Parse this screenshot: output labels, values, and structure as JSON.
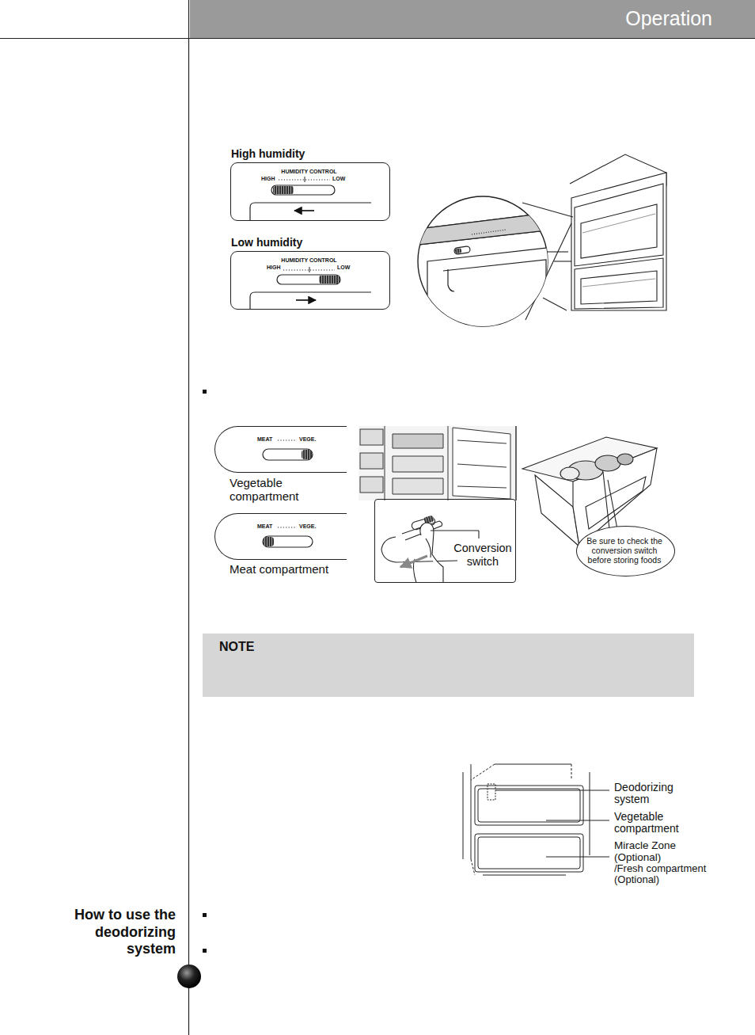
{
  "diagram": {
    "title": "Operation",
    "nodes": [
      {
        "text": [
          "High humidity",
          "HUMIDITY CONTROL",
          "HIGH",
          "LOW"
        ]
      },
      {
        "text": [
          "Low humidity",
          "HUMIDITY CONTROL",
          "HIGH",
          "LOW"
        ]
      },
      {
        "text": [
          "MEAT",
          "VEGE.",
          "Vegetable compartment"
        ]
      },
      {
        "text": [
          "MEAT",
          "VEGE.",
          "Meat compartment"
        ]
      },
      {
        "text": [
          "Conversion switch"
        ]
      },
      {
        "text": [
          "Be sure to check the conversion switch before storing foods"
        ]
      },
      {
        "text": [
          "NOTE"
        ]
      }
    ],
    "labels": [
      "Deodorizing system",
      "Vegetable compartment",
      "Miracle Zone (Optional)",
      "/Fresh compartment (Optional)",
      "How to use the deodorizing system"
    ]
  }
}
